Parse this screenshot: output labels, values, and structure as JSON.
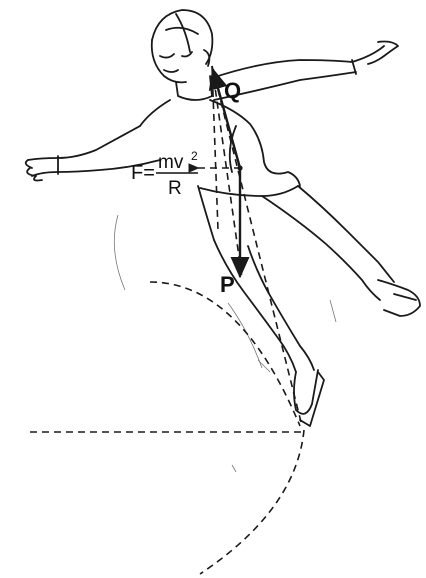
{
  "labels": {
    "Q": "Q",
    "P": "P",
    "F": "F=",
    "numerator": "mv",
    "exponent": "2",
    "denominator": "R"
  },
  "colors": {
    "ink": "#1a1a1a",
    "background": "#ffffff"
  }
}
